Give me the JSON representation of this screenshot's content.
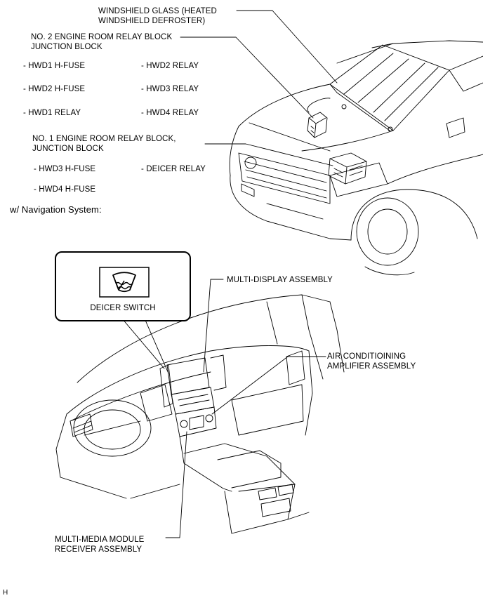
{
  "top_labels": {
    "windshield_glass": "WINDSHIELD GLASS (HEATED",
    "windshield_glass_2": "WINDSHIELD DEFROSTER)",
    "no2_relay_block": "NO. 2 ENGINE ROOM RELAY BLOCK",
    "no2_junction_block": "JUNCTION BLOCK",
    "no2_items": [
      "- HWD1 H-FUSE",
      "- HWD2 RELAY",
      "- HWD2 H-FUSE",
      "- HWD3 RELAY",
      "- HWD1 RELAY",
      "- HWD4 RELAY"
    ],
    "no1_relay_block": "NO. 1 ENGINE ROOM RELAY BLOCK,",
    "no1_junction_block": "JUNCTION BLOCK",
    "no1_items": [
      "- HWD3 H-FUSE",
      "- DEICER RELAY",
      "- HWD4 H-FUSE"
    ]
  },
  "section_title": "w/ Navigation System:",
  "bottom_labels": {
    "deicer_switch": "DEICER SWITCH",
    "multi_display": "MULTI-DISPLAY ASSEMBLY",
    "air_cond_1": "AIR CONDITIOINING",
    "air_cond_2": "AMPLIFIER ASSEMBLY",
    "multi_media_1": "MULTI-MEDIA MODULE",
    "multi_media_2": "RECEIVER ASSEMBLY"
  },
  "corner_code": "H"
}
